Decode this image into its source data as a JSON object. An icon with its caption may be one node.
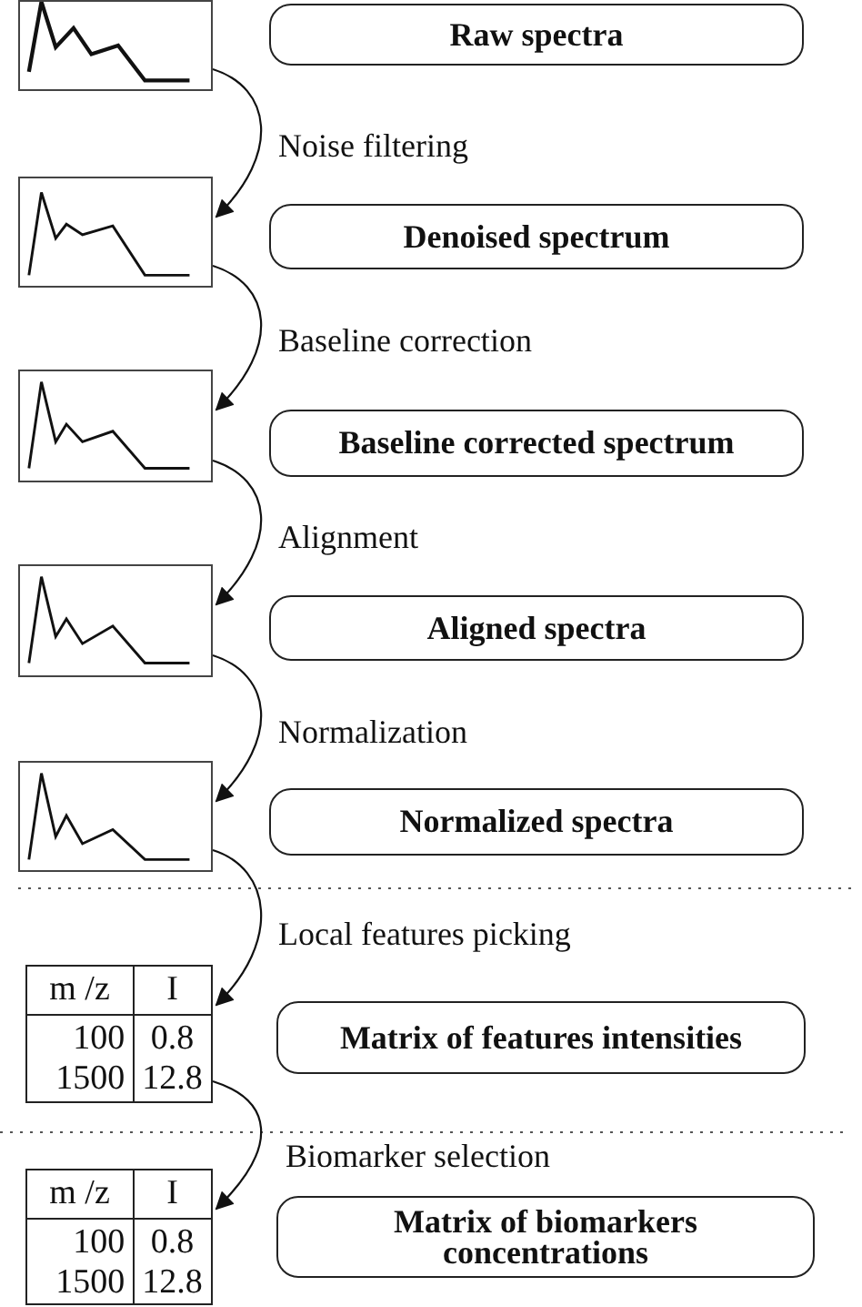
{
  "diagram": {
    "nodes": [
      {
        "text": [],
        "shape": "picture"
      },
      {
        "text": [
          "Raw spectra"
        ]
      },
      {
        "text": [],
        "shape": "picture"
      },
      {
        "text": [
          "Denoised spectrum"
        ]
      },
      {
        "text": [],
        "shape": "picture"
      },
      {
        "text": [
          "Baseline corrected spectrum"
        ]
      },
      {
        "text": [],
        "shape": "picture"
      },
      {
        "text": [
          "Aligned spectra"
        ]
      },
      {
        "text": [],
        "shape": "picture"
      },
      {
        "text": [
          "Normalized spectra"
        ]
      },
      {
        "text": [
          "m /z",
          "I",
          "100",
          "0.8",
          "1500",
          "12.8"
        ]
      },
      {
        "text": [
          "Matrix of features intensities"
        ]
      },
      {
        "text": [
          "m /z",
          "I",
          "100",
          "0.8",
          "1500",
          "12.8"
        ]
      },
      {
        "text": [
          "Matrix of biomarkers concentrations"
        ]
      }
    ],
    "edges": [
      {
        "from": 0,
        "to": 2,
        "arrow": "to",
        "label": "Noise filtering"
      },
      {
        "from": 2,
        "to": 4,
        "arrow": "to",
        "label": "Baseline correction"
      },
      {
        "from": 4,
        "to": 6,
        "arrow": "to",
        "label": "Alignment"
      },
      {
        "from": 6,
        "to": 8,
        "arrow": "to",
        "label": "Normalization"
      },
      {
        "from": 8,
        "to": 10,
        "arrow": "to",
        "label": "Local features picking"
      },
      {
        "from": 10,
        "to": 12,
        "arrow": "to",
        "label": "Biomarker selection"
      }
    ]
  }
}
